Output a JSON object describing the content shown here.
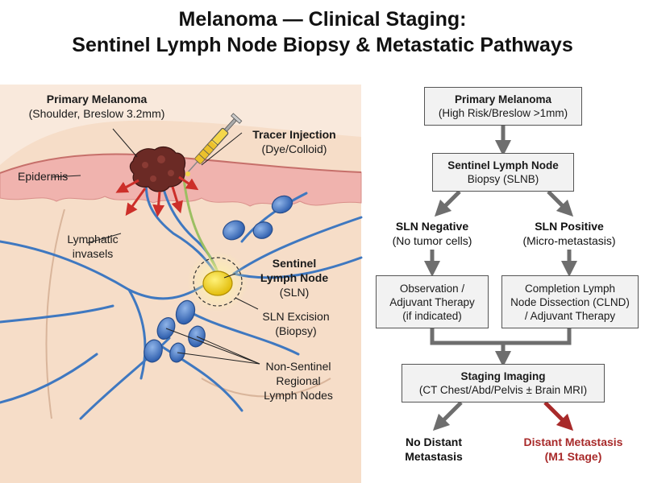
{
  "title": {
    "line1": "Melanoma — Clinical Staging:",
    "line2": "Sentinel Lymph Node Biopsy & Metastatic Pathways"
  },
  "illustration": {
    "primary": {
      "title": "Primary Melanoma",
      "detail": "(Shoulder, Breslow 3.2mm)"
    },
    "tracer": {
      "title": "Tracer Injection",
      "detail": "(Dye/Colloid)"
    },
    "epidermis": "Epidermis",
    "lymphatic": {
      "line1": "Lymphatic",
      "line2": "invasels"
    },
    "sln": {
      "line1": "Sentinel",
      "line2": "Lymph Node",
      "line3": "(SLN)"
    },
    "excision": {
      "line1": "SLN Excision",
      "line2": "(Biopsy)"
    },
    "nonsentinel": {
      "line1": "Non-Sentinel",
      "line2": "Regional",
      "line3": "Lymph Nodes"
    },
    "colors": {
      "skin": "#f6ddc8",
      "dermis": "#f0b3ae",
      "vessel": "#3f78c0",
      "node": "#3d6fbf",
      "sentinel": "#f2d21a",
      "tumor": "#6b2a25",
      "arrow": "#cc2f2a"
    }
  },
  "flowchart": {
    "primary": {
      "title": "Primary Melanoma",
      "detail": "(High Risk/Breslow >1mm)"
    },
    "slnb": {
      "title": "Sentinel Lymph Node",
      "detail": "Biopsy (SLNB)"
    },
    "negative": {
      "title": "SLN Negative",
      "detail": "(No tumor cells)"
    },
    "positive": {
      "title": "SLN Positive",
      "detail": "(Micro-metastasis)"
    },
    "observation": {
      "line1": "Observation /",
      "line2": "Adjuvant Therapy",
      "line3": "(if indicated)"
    },
    "clnd": {
      "line1": "Completion Lymph",
      "line2": "Node Dissection (CLND)",
      "line3": "/ Adjuvant Therapy"
    },
    "imaging": {
      "title": "Staging Imaging",
      "detail": "(CT Chest/Abd/Pelvis ± Brain MRI)"
    },
    "no_distant": {
      "line1": "No Distant",
      "line2": "Metastasis"
    },
    "distant": {
      "line1": "Distant Metastasis",
      "line2": "(M1 Stage)"
    },
    "colors": {
      "arrow": "#6e6e6e",
      "alert": "#a82a2a",
      "box": "#f2f2f2"
    }
  }
}
